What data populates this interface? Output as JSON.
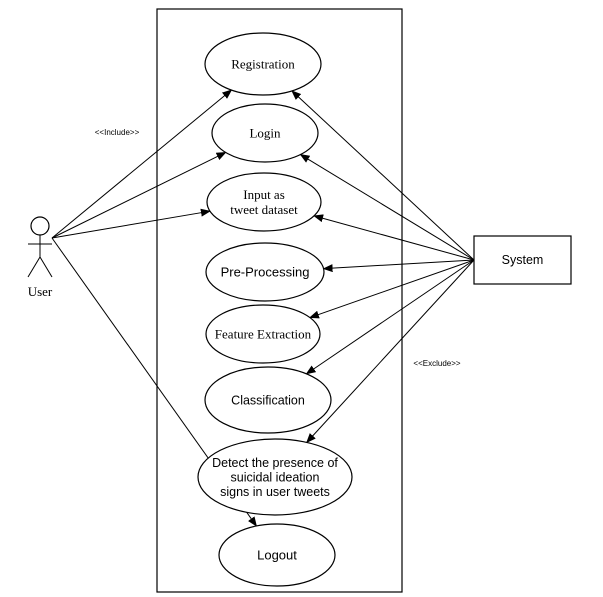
{
  "actor": {
    "label": "User"
  },
  "system": {
    "label": "System"
  },
  "stereotypes": {
    "include": "<<Include>>",
    "exclude": "<<Exclude>>"
  },
  "use_cases": [
    {
      "id": "registration",
      "lines": [
        "Registration"
      ],
      "font": "serif"
    },
    {
      "id": "login",
      "lines": [
        "Login"
      ],
      "font": "serif"
    },
    {
      "id": "input-tweet-dataset",
      "lines": [
        "Input as",
        "tweet dataset"
      ],
      "font": "serif"
    },
    {
      "id": "pre-processing",
      "lines": [
        "Pre-Processing"
      ],
      "font": "sans"
    },
    {
      "id": "feature-extraction",
      "lines": [
        "Feature Extraction"
      ],
      "font": "serif"
    },
    {
      "id": "classification",
      "lines": [
        "Classification"
      ],
      "font": "sans"
    },
    {
      "id": "detect-suicidal-ideation",
      "lines": [
        "Detect the presence of",
        "suicidal ideation",
        "signs in user tweets"
      ],
      "font": "sans"
    },
    {
      "id": "logout",
      "lines": [
        "Logout"
      ],
      "font": "sans"
    }
  ],
  "associations": {
    "user": [
      "registration",
      "login",
      "input-tweet-dataset",
      "logout"
    ],
    "system": [
      "registration",
      "login",
      "input-tweet-dataset",
      "pre-processing",
      "feature-extraction",
      "classification",
      "detect-suicidal-ideation"
    ]
  }
}
